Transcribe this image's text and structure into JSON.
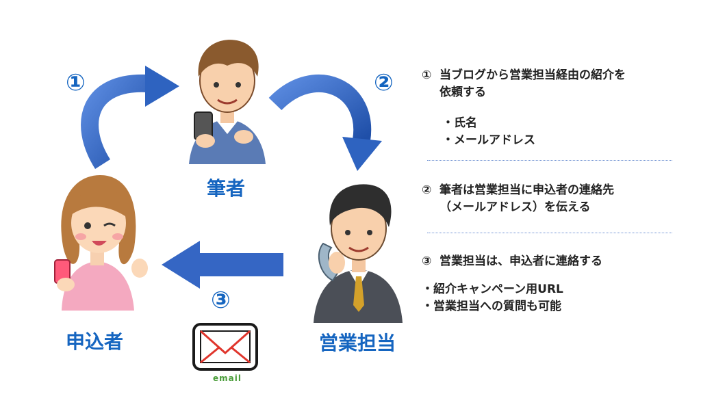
{
  "colors": {
    "accent": "#1565c0",
    "arrow": "#2e63c0",
    "divider": "#6c8fd1"
  },
  "diagram": {
    "steps": [
      "①",
      "②",
      "③"
    ],
    "roles": {
      "writer": "筆者",
      "applicant": "申込者",
      "sales": "営業担当"
    },
    "email_label": "email",
    "icons": [
      "writer-person-icon",
      "applicant-person-icon",
      "sales-person-icon",
      "envelope-icon"
    ]
  },
  "panel": {
    "sections": [
      {
        "number": "①",
        "title": "当ブログから営業担当経由の紹介を\n依頼する",
        "bullets": [
          "・氏名",
          "・メールアドレス"
        ]
      },
      {
        "number": "②",
        "title": "筆者は営業担当に申込者の連絡先\n（メールアドレス）を伝える",
        "bullets": []
      },
      {
        "number": "③",
        "title": "営業担当は、申込者に連絡する",
        "bullets": [
          "・紹介キャンペーン用URL",
          "・営業担当への質問も可能"
        ]
      }
    ]
  }
}
